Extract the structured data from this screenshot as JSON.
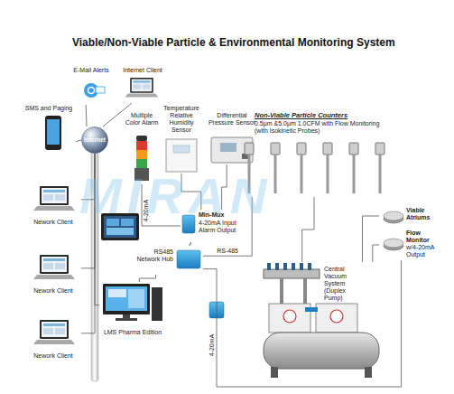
{
  "diagram": {
    "title": "Viable/Non-Viable Particle & Environmental Monitoring System",
    "nodes": [
      {
        "text": [
          "E-Mail Alerts"
        ]
      },
      {
        "text": [
          "Internet Client"
        ]
      },
      {
        "text": [
          "SMS and Paging"
        ]
      },
      {
        "text": [
          "Internet"
        ]
      },
      {
        "text": [
          "Nework Client"
        ]
      },
      {
        "text": [
          "Nework Client"
        ]
      },
      {
        "text": [
          "Nework Client"
        ]
      },
      {
        "text": [
          "Multiple Color Alarm"
        ]
      },
      {
        "text": [
          "Temperature Relative Humidity Sensor"
        ]
      },
      {
        "text": [
          "Differential Pressure Sensor"
        ]
      },
      {
        "text": [
          "Non-Viable Particle Counters",
          "0.5µm &5.0µm 1.0CFM with Flow Monitoring (with Isokinetic Probes)"
        ]
      },
      {
        "text": [
          "Min-Mux",
          "4-20mA Input Alarm Output"
        ]
      },
      {
        "text": [
          "RS485 Network Hub"
        ]
      },
      {
        "text": [
          "LMS Pharma Edition"
        ]
      },
      {
        "text": [
          "Viable Atriums"
        ]
      },
      {
        "text": [
          "Flow Monitor",
          "w/4-20mA Output"
        ]
      },
      {
        "text": [
          "Central Vacuum System (Duplex Pump)"
        ]
      }
    ],
    "edges": [
      {
        "from": 3,
        "to": 0,
        "arrow": "none"
      },
      {
        "from": 3,
        "to": 1,
        "arrow": "none"
      },
      {
        "from": 3,
        "to": 2,
        "arrow": "none"
      },
      {
        "from": 3,
        "to": 4,
        "arrow": "none"
      },
      {
        "from": 3,
        "to": 5,
        "arrow": "none"
      },
      {
        "from": 3,
        "to": 6,
        "arrow": "none"
      },
      {
        "from": 3,
        "to": 13,
        "arrow": "none"
      },
      {
        "from": 7,
        "to": 11,
        "label": "4-20mA",
        "arrow": "none"
      },
      {
        "from": 8,
        "to": 11,
        "arrow": "none"
      },
      {
        "from": 9,
        "to": 11,
        "arrow": "none"
      },
      {
        "from": 11,
        "to": 12,
        "arrow": "none"
      },
      {
        "from": 12,
        "to": 13,
        "arrow": "none"
      },
      {
        "from": 12,
        "to": 10,
        "label": "RS-485",
        "arrow": "none"
      },
      {
        "from": 10,
        "to": 16,
        "arrow": "none"
      },
      {
        "from": 14,
        "to": 16,
        "arrow": "none"
      },
      {
        "from": 15,
        "to": 16,
        "arrow": "none"
      },
      {
        "from": 15,
        "to": 12,
        "label": "4-20mA",
        "arrow": "none"
      }
    ],
    "labels": [
      "MIRAN"
    ]
  }
}
